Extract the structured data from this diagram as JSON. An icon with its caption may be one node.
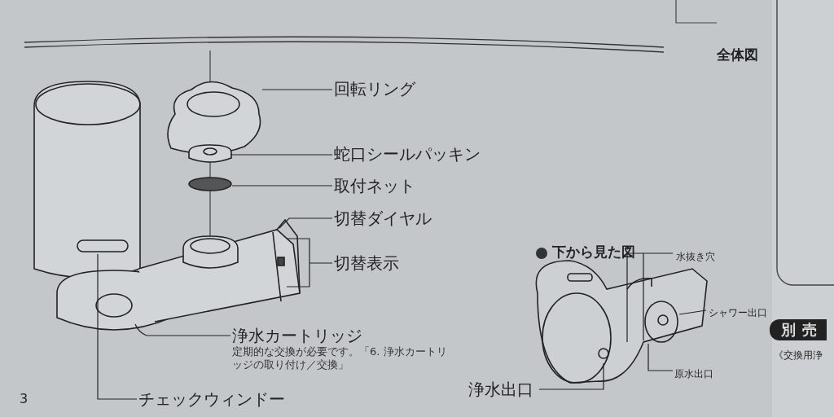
{
  "diagram": {
    "title": "全体図",
    "nodes": [
      {
        "text": [
          "回転リング"
        ]
      },
      {
        "text": [
          "蛇口シールパッキン"
        ]
      },
      {
        "text": [
          "取付ネット"
        ]
      },
      {
        "text": [
          "切替ダイヤル"
        ]
      },
      {
        "text": [
          "切替表示"
        ]
      },
      {
        "text": [
          "浄水カートリッジ",
          "定期的な交換が必要です。「6. 浄水カートリッジの取り付け／交換」"
        ]
      },
      {
        "text": [
          "チェックウィンドー"
        ]
      },
      {
        "text": [
          "浄水出口"
        ]
      },
      {
        "text": [
          "水抜き穴"
        ]
      },
      {
        "text": [
          "シャワー出口"
        ]
      },
      {
        "text": [
          "原水出口"
        ]
      }
    ],
    "edges": [
      {
        "from": 0,
        "to": null,
        "arrow": "none"
      },
      {
        "from": 1,
        "to": null,
        "arrow": "none"
      },
      {
        "from": 2,
        "to": null,
        "arrow": "none"
      },
      {
        "from": 3,
        "to": null,
        "arrow": "none"
      },
      {
        "from": 4,
        "to": null,
        "arrow": "none"
      },
      {
        "from": 5,
        "to": null,
        "arrow": "none"
      },
      {
        "from": 6,
        "to": null,
        "arrow": "none"
      },
      {
        "from": 7,
        "to": null,
        "arrow": "none"
      },
      {
        "from": 8,
        "to": null,
        "arrow": "none"
      },
      {
        "from": 9,
        "to": null,
        "arrow": "none"
      },
      {
        "from": 10,
        "to": null,
        "arrow": "none"
      }
    ],
    "labels": [
      "下から見た図",
      "3",
      "別売",
      "《交換用浄"
    ]
  }
}
